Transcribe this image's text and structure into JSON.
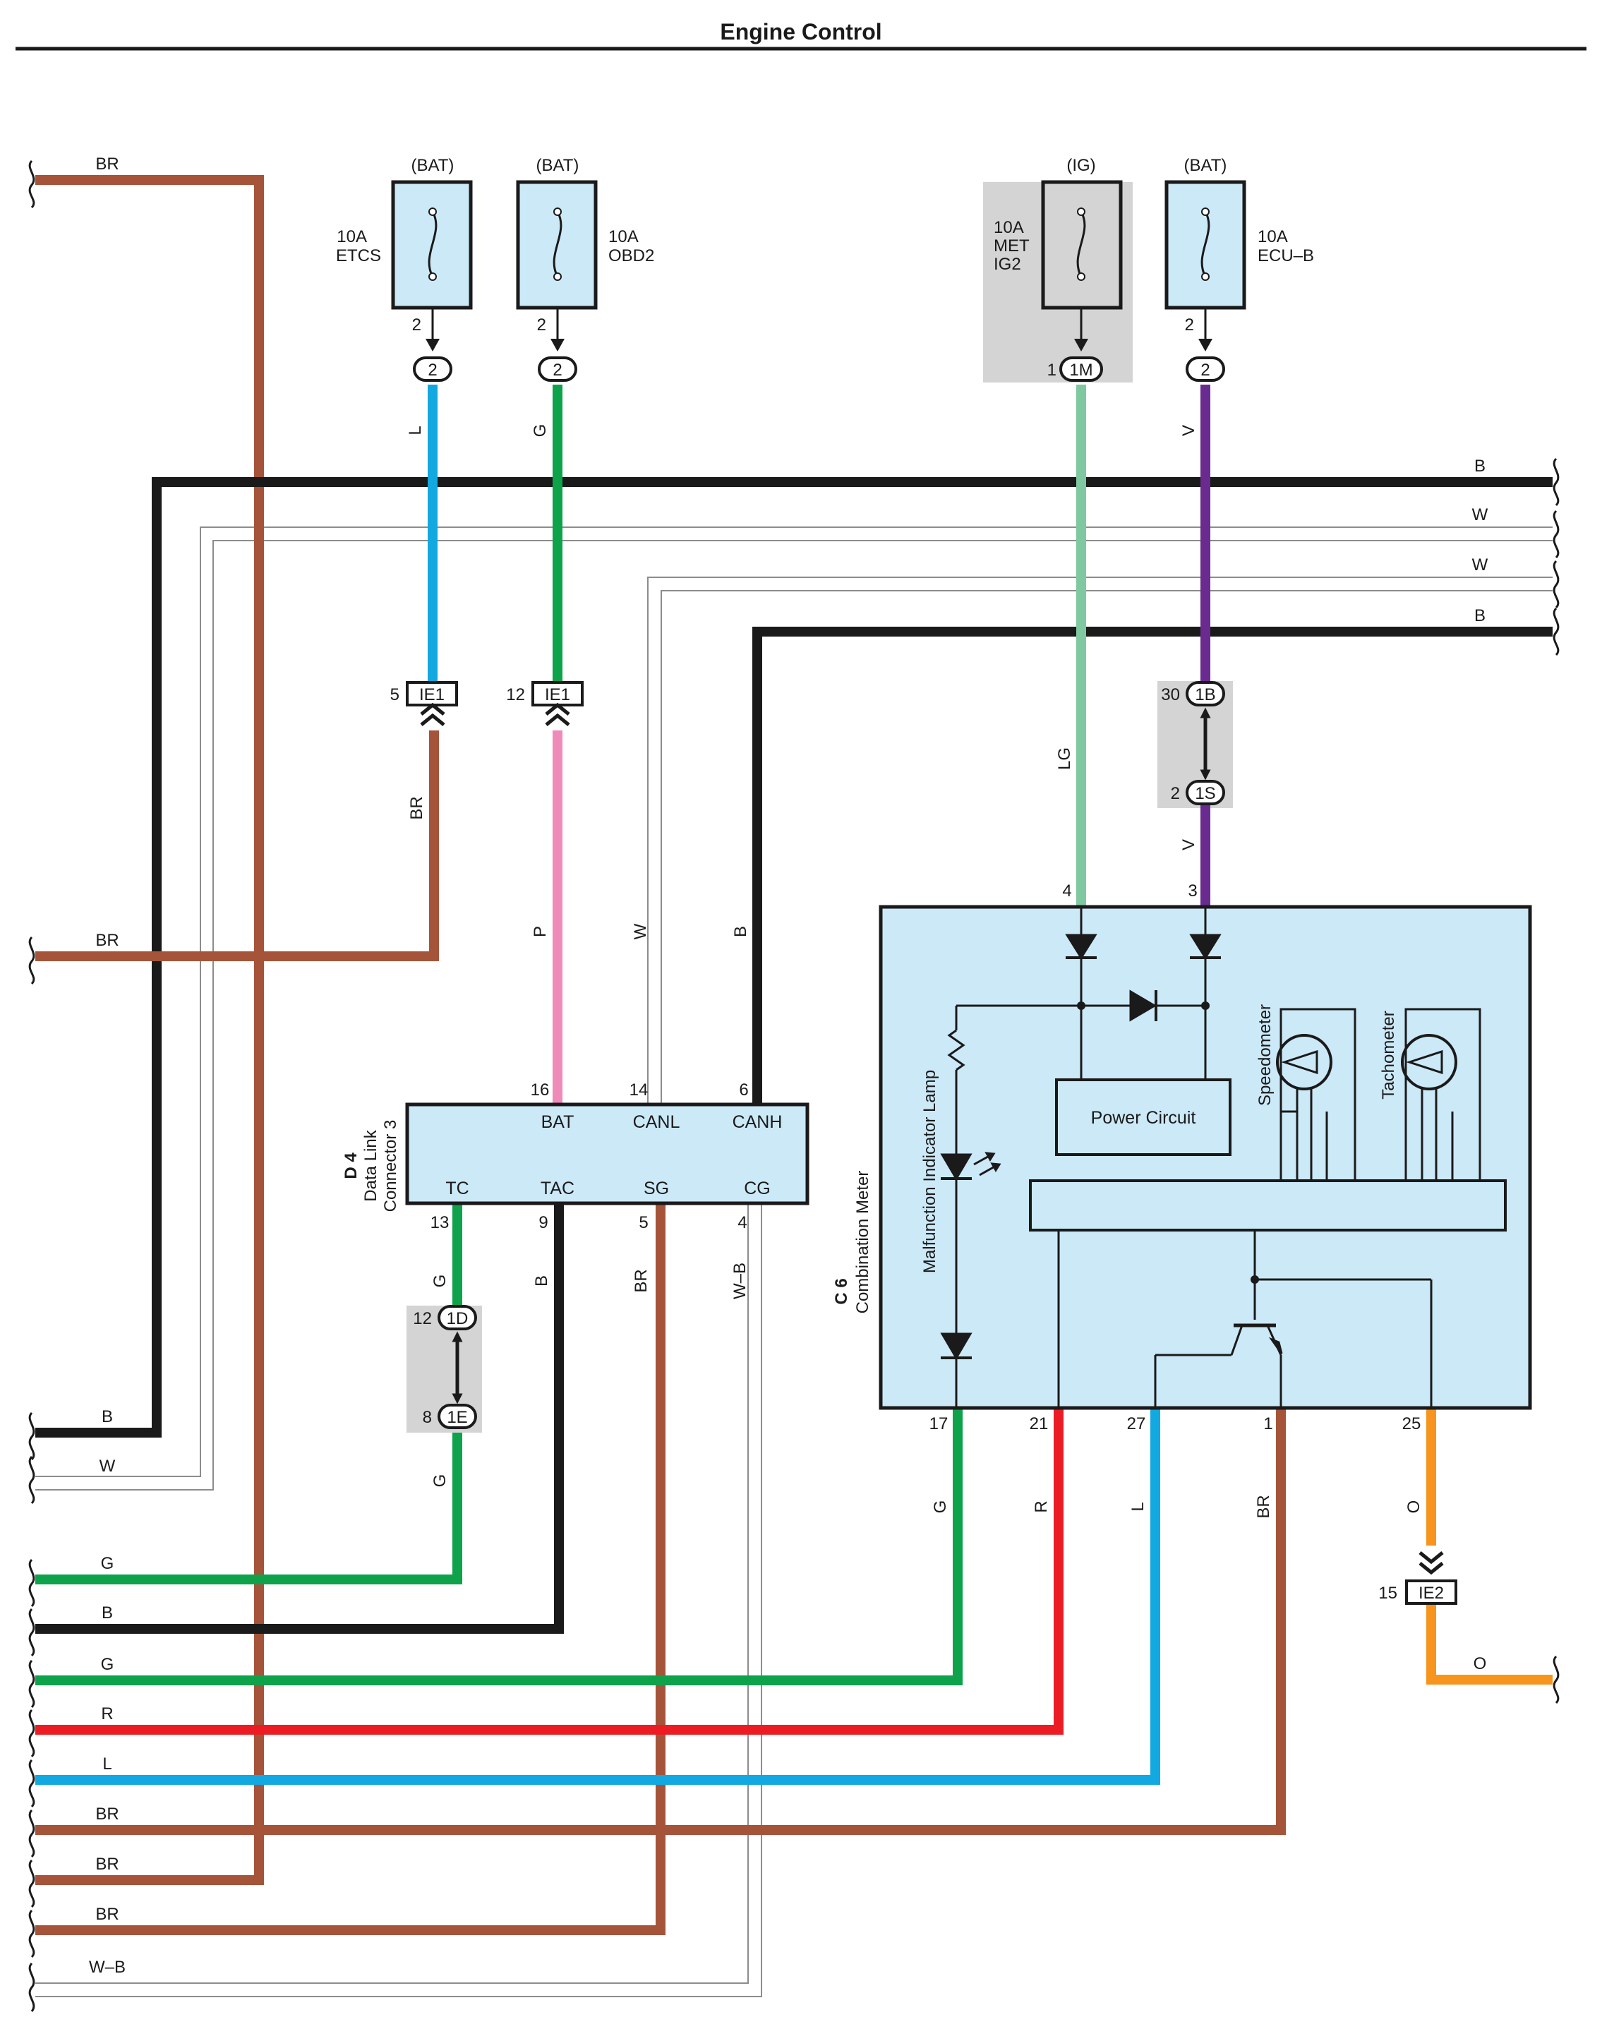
{
  "title": "Engine Control",
  "colors": {
    "BR": "#a5543a",
    "B": "#1a1a1a",
    "W": "#9a9a9a",
    "L": "#12a8e0",
    "G": "#0ea24b",
    "P": "#ee8bb9",
    "LG": "#80c8a0",
    "V": "#6a2b90",
    "R": "#ec1c24",
    "O": "#f7941d",
    "box": "#cce9f8",
    "shade": "#d4d4d4"
  },
  "fuses": [
    {
      "source": "(BAT)",
      "rating": "10A",
      "name": "ETCS",
      "pin": "2",
      "connector": "2"
    },
    {
      "source": "(BAT)",
      "rating": "10A",
      "name": "OBD2",
      "pin": "2",
      "connector": "2"
    },
    {
      "source": "(IG)",
      "rating": "10A",
      "name": "MET",
      "name2": "IG2",
      "pin": "1",
      "connector": "1M"
    },
    {
      "source": "(BAT)",
      "rating": "10A",
      "name": "ECU–B",
      "pin": "2",
      "connector": "2"
    }
  ],
  "fuse_wires": [
    "L",
    "G",
    "LG",
    "V"
  ],
  "right_wires": [
    "B",
    "W",
    "W",
    "B"
  ],
  "inline": {
    "ie1a": {
      "pin": "5",
      "name": "IE1"
    },
    "ie1b": {
      "pin": "12",
      "name": "IE1"
    },
    "c1b": {
      "pin": "30",
      "name": "1B"
    },
    "c1s": {
      "pin": "2",
      "name": "1S"
    },
    "c1d": {
      "pin": "12",
      "name": "1D"
    },
    "c1e": {
      "pin": "8",
      "name": "1E"
    },
    "ie2": {
      "pin": "15",
      "name": "IE2"
    }
  },
  "mid_wires": {
    "br_left": "BR",
    "br_up": "BR",
    "pink": "P",
    "white": "W",
    "black": "B",
    "v_lower": "V",
    "lg": "LG"
  },
  "dlc": {
    "code": "D 4",
    "name1": "Data Link",
    "name2": "Connector 3",
    "top": [
      {
        "pin": "16",
        "label": "BAT"
      },
      {
        "pin": "14",
        "label": "CANL"
      },
      {
        "pin": "6",
        "label": "CANH"
      }
    ],
    "bottom": [
      {
        "pin": "13",
        "label": "TC",
        "wire": "G"
      },
      {
        "pin": "9",
        "label": "TAC",
        "wire": "B"
      },
      {
        "pin": "5",
        "label": "SG",
        "wire": "BR"
      },
      {
        "pin": "4",
        "label": "CG",
        "wire": "W–B"
      }
    ],
    "g_lower": "G"
  },
  "meter": {
    "code": "C 6",
    "name": "Combination Meter",
    "top_pins": [
      "4",
      "3"
    ],
    "power_circuit": "Power Circuit",
    "speedometer": "Speedometer",
    "tachometer": "Tachometer",
    "mil": "Malfunction Indicator Lamp",
    "bottom": [
      {
        "pin": "17",
        "wire": "G"
      },
      {
        "pin": "21",
        "wire": "R"
      },
      {
        "pin": "27",
        "wire": "L"
      },
      {
        "pin": "1",
        "wire": "BR"
      },
      {
        "pin": "25",
        "wire": "O"
      }
    ]
  },
  "left_wires": [
    "BR",
    "BR",
    "B",
    "W",
    "G",
    "B",
    "G",
    "R",
    "L",
    "BR",
    "BR",
    "BR",
    "W–B"
  ],
  "o_end": "O"
}
